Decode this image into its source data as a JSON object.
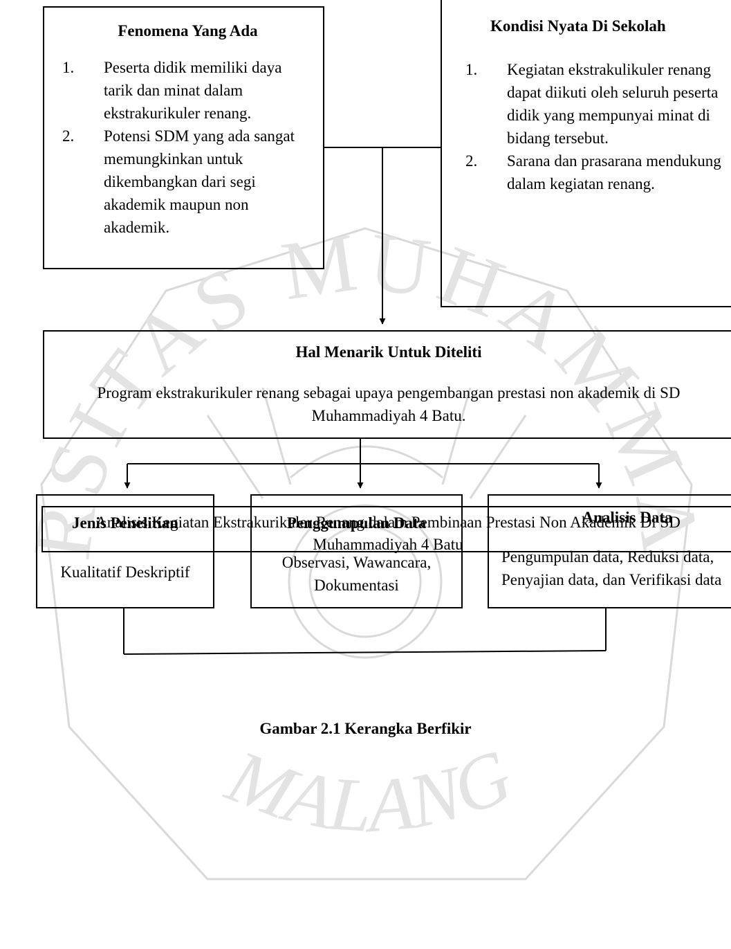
{
  "watermark": {
    "top_text": "UNIVERSITAS MUHAMMADIYAH",
    "bottom_text": "MALANG",
    "color": "#bfbfbf"
  },
  "fenomena": {
    "title": "Fenomena Yang Ada",
    "items": [
      {
        "num": "1.",
        "text": "Peserta didik memiliki daya tarik dan minat dalam ekstrakurikuler renang."
      },
      {
        "num": "2.",
        "text": "Potensi SDM yang ada sangat memungkinkan untuk dikembangkan dari segi akademik maupun non akademik."
      }
    ]
  },
  "kondisi": {
    "title": "Kondisi Nyata Di Sekolah",
    "items": [
      {
        "num": "1.",
        "text": "Kegiatan ekstrakulikuler renang dapat diikuti oleh seluruh peserta didik yang mempunyai minat di bidang tersebut."
      },
      {
        "num": "2.",
        "text": "Sarana dan prasarana mendukung dalam kegiatan renang."
      }
    ]
  },
  "hal_menarik": {
    "title": "Hal Menarik Untuk Diteliti",
    "text": "Program ekstrakurikuler renang sebagai upaya pengembangan prestasi non akademik di SD Muhammadiyah 4 Batu."
  },
  "jenis": {
    "title": "Jenis Penelitian",
    "text": "Kualitatif Deskriptif"
  },
  "pengumpulan": {
    "title": "Penggumpulan Data",
    "text": "Observasi, Wawancara, Dokumentasi"
  },
  "analisis": {
    "title": "Analisis Data",
    "text": "Pengumpulan data, Reduksi data, Penyajian data, dan Verifikasi data"
  },
  "hasil": {
    "text": "Analisis Kegiatan Ekstrakurikuler Renang dalam Pembinaan Prestasi Non Akademik Di SD Muhammadiyah 4 Batu"
  },
  "caption": "Gambar 2.1 Kerangka Berfikir"
}
